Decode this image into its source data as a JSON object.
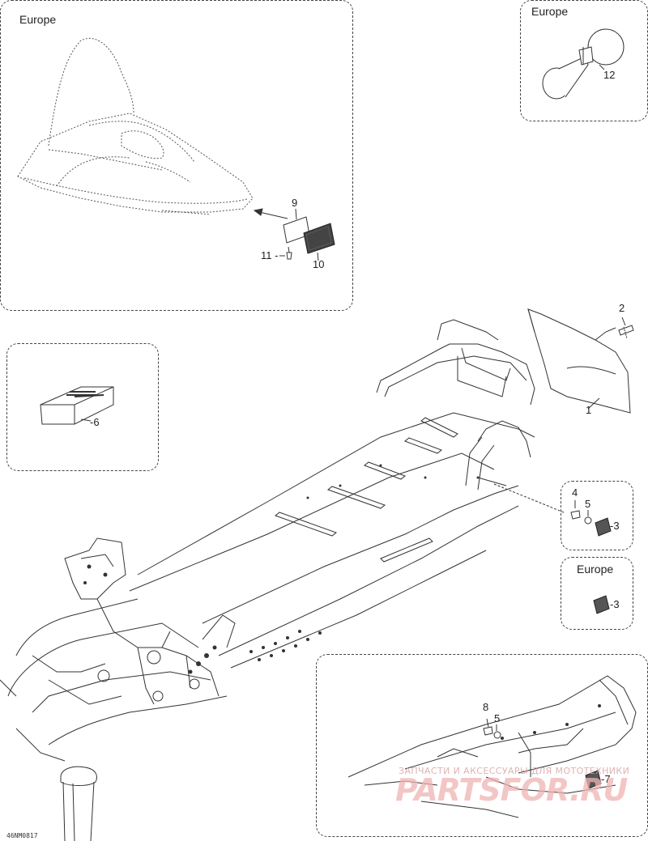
{
  "insets": {
    "top_left": {
      "region": "Europe"
    },
    "top_right": {
      "region": "Europe"
    },
    "right_lower": {
      "region": "Europe"
    }
  },
  "callouts": {
    "c1": "1",
    "c2": "2",
    "c3a": "-3",
    "c3b": "-3",
    "c4": "4",
    "c5a": "5",
    "c5b": "5",
    "c6": "-6",
    "c7": "-7",
    "c8": "8",
    "c9": "9",
    "c10": "10",
    "c11": "11 -",
    "c12": "12"
  },
  "drawing_code": "46NM0817",
  "watermark": {
    "subtitle": "ЗАПЧАСТИ И АКСЕССУАРЫ ДЛЯ МОТОТЕХНИКИ",
    "brand": "PARTSFOR.RU"
  },
  "colors": {
    "line": "#333333",
    "watermark": "#f0b3b3",
    "background": "#ffffff"
  }
}
